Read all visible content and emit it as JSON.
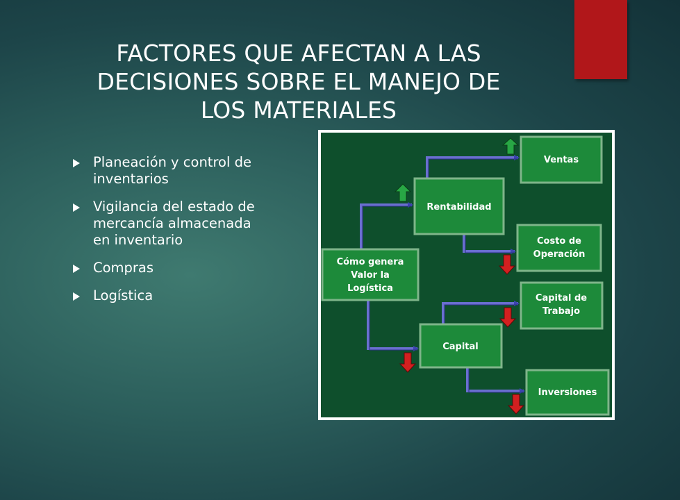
{
  "title": {
    "line1": "FACTORES QUE AFECTAN A LAS",
    "line2": "DECISIONES SOBRE EL MANEJO DE",
    "line3": "LOS MATERIALES"
  },
  "bullets": [
    {
      "line1": "Planeación y control de",
      "line2": "inventarios"
    },
    {
      "line1": "Vigilancia del estado de",
      "line2": "mercancía almacenada",
      "line3": "en inventario"
    },
    {
      "line1": "Compras"
    },
    {
      "line1": "Logística"
    }
  ],
  "diagram": {
    "root": {
      "line1": "Cómo genera",
      "line2": "Valor la",
      "line3": "Logística"
    },
    "rentabilidad": "Rentabilidad",
    "capital": "Capital",
    "ventas": "Ventas",
    "costo": {
      "line1": "Costo de",
      "line2": "Operación"
    },
    "capital_trabajo": {
      "line1": "Capital de",
      "line2": "Trabajo"
    },
    "inversiones": "Inversiones"
  },
  "colors": {
    "box_green": "#1d8a3a",
    "box_border": "#7fb58a",
    "frame_green": "#0e4f2c",
    "connector": "#6a6fd0",
    "arrow_up": "#28a745",
    "arrow_down": "#d32020",
    "accent_red": "#b1171a"
  }
}
